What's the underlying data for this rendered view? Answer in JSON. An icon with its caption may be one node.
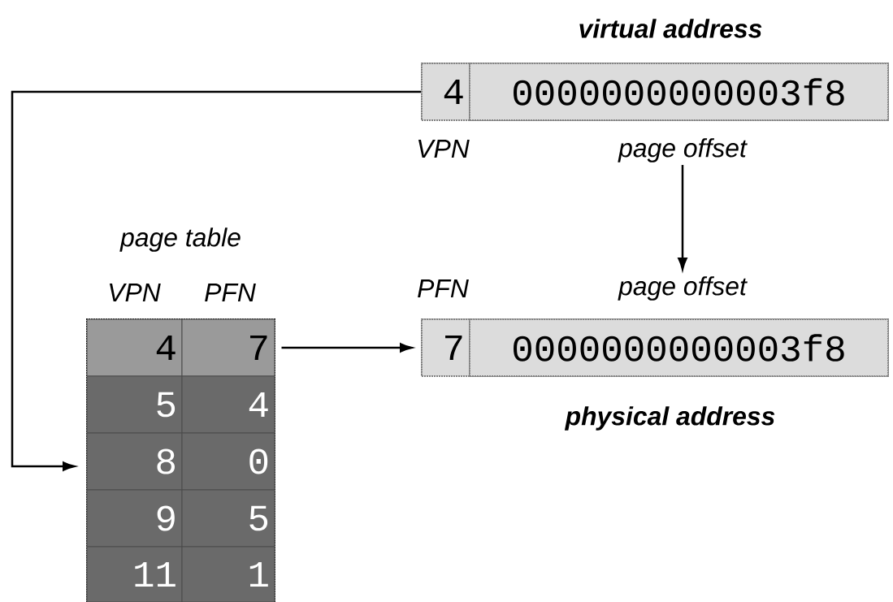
{
  "diagram": {
    "nodes": [
      {
        "text": [
          "virtual address"
        ]
      },
      {
        "text": [
          "4"
        ],
        "in": 0,
        "beside": [
          "VPN"
        ]
      },
      {
        "text": [
          "0000000000003f8"
        ],
        "in": 0
      },
      {
        "text": [
          "page offset"
        ]
      },
      {
        "text": [
          "page offset"
        ]
      },
      {
        "text": [
          "physical address"
        ]
      },
      {
        "text": [
          "7"
        ],
        "in": 5,
        "beside": [
          "PFN"
        ]
      },
      {
        "text": [
          "0000000000003f8"
        ],
        "in": 5
      },
      {
        "text": [
          "page table"
        ]
      },
      {
        "text": [
          "4"
        ],
        "in": 8
      },
      {
        "text": [
          "7"
        ],
        "in": 8
      },
      {
        "text": [
          "5"
        ],
        "in": 8
      },
      {
        "text": [
          "4"
        ],
        "in": 8
      },
      {
        "text": [
          "8"
        ],
        "in": 8
      },
      {
        "text": [
          "0"
        ],
        "in": 8
      },
      {
        "text": [
          "9"
        ],
        "in": 8
      },
      {
        "text": [
          "5"
        ],
        "in": 8
      },
      {
        "text": [
          "11"
        ],
        "in": 8
      },
      {
        "text": [
          "1"
        ],
        "in": 8
      }
    ],
    "edges": [
      {
        "from": 1,
        "to": 8,
        "arrow": "to"
      },
      {
        "from": 3,
        "to": 4,
        "arrow": "to"
      },
      {
        "from": 10,
        "to": 6,
        "arrow": "to"
      }
    ],
    "labels": [
      "VPN",
      "PFN"
    ]
  }
}
